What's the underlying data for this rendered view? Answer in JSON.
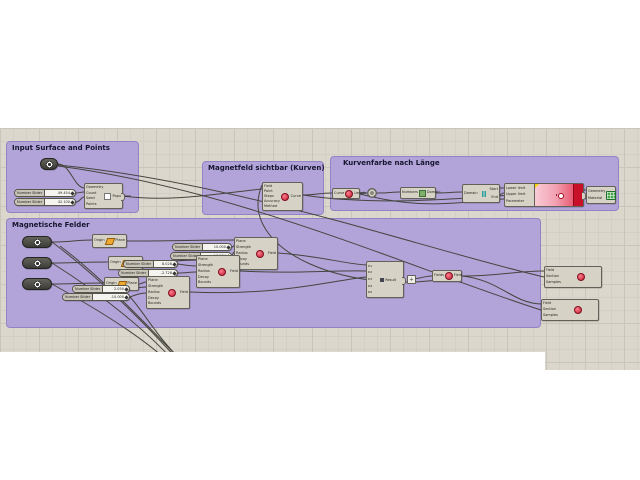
{
  "labels": {
    "number_slider": "Number Slider"
  },
  "groups": {
    "input_surface": {
      "title": "Input Surface and Points"
    },
    "field_visible": {
      "title": "Magnetfeld sichtbar (Kurven)"
    },
    "curve_color": {
      "title": "Kurvenfarbe nach Länge"
    },
    "magnetic_fields": {
      "title": "Magnetische Felder"
    }
  },
  "nodes": {
    "populate": {
      "inputs": [
        "Geometry",
        "Count",
        "Seed",
        "Points"
      ],
      "label": "Population"
    },
    "input_sliders": {
      "values": [
        "49.454",
        "42.100"
      ]
    },
    "field_line": {
      "inputs": [
        "Field",
        "Point",
        "Steps",
        "Accuracy",
        "Method"
      ],
      "output": "Curve"
    },
    "length": {
      "input": "Curve",
      "output": "Length"
    },
    "bounds": {
      "input": "Numbers",
      "output": "Domain"
    },
    "deconstruct_domain": {
      "input": "Domain",
      "outputs": [
        "Start",
        "End"
      ]
    },
    "gradient": {
      "inputs": [
        "Lower limit",
        "Upper limit",
        "Parameter"
      ]
    },
    "custom_preview": {
      "inputs": [
        "Geometry",
        "Material"
      ]
    },
    "xy_plane": {
      "input": "Origin",
      "output": "Plane"
    },
    "spin_force": {
      "inputs": [
        "Plane",
        "Strength",
        "Radius",
        "Decay",
        "Bounds"
      ],
      "output": "Field"
    },
    "magnet_sliders": {
      "values": [
        "10.000",
        "18.234",
        "8.028",
        "-2.728",
        "2.050",
        "-10.000"
      ]
    },
    "merge": {
      "inputs": [
        "D1",
        "D2",
        "D3",
        "D4",
        "D5"
      ],
      "label": "Result",
      "expand": "+"
    },
    "merge_fields": {
      "input": "Fields",
      "output": "Field"
    },
    "field_display": {
      "inputs": [
        "Field",
        "Section",
        "Samples"
      ]
    }
  },
  "colors": {
    "group_purple": "#b2a4d8",
    "gradient_red": "#c81028",
    "preview_green": "#49a94f",
    "wire": "#45453f",
    "canvas": "#dbd7cc"
  }
}
